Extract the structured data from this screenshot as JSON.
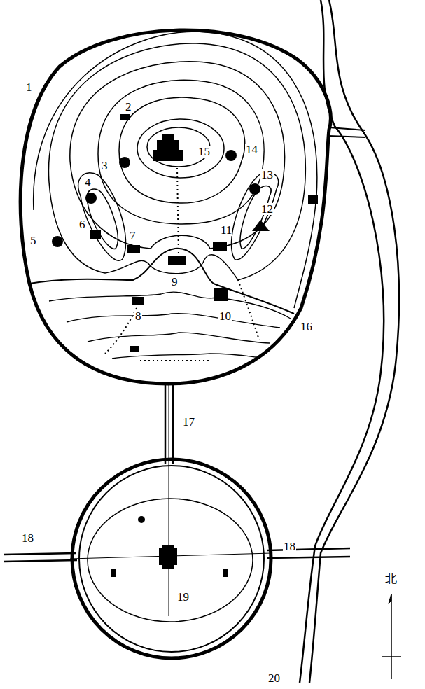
{
  "diagram": {
    "labels": [
      "1",
      "2",
      "3",
      "4",
      "5",
      "6",
      "7",
      "8",
      "9",
      "10",
      "11",
      "12",
      "13",
      "14",
      "15",
      "16",
      "17",
      "18",
      "18",
      "19",
      "20",
      "北"
    ]
  }
}
